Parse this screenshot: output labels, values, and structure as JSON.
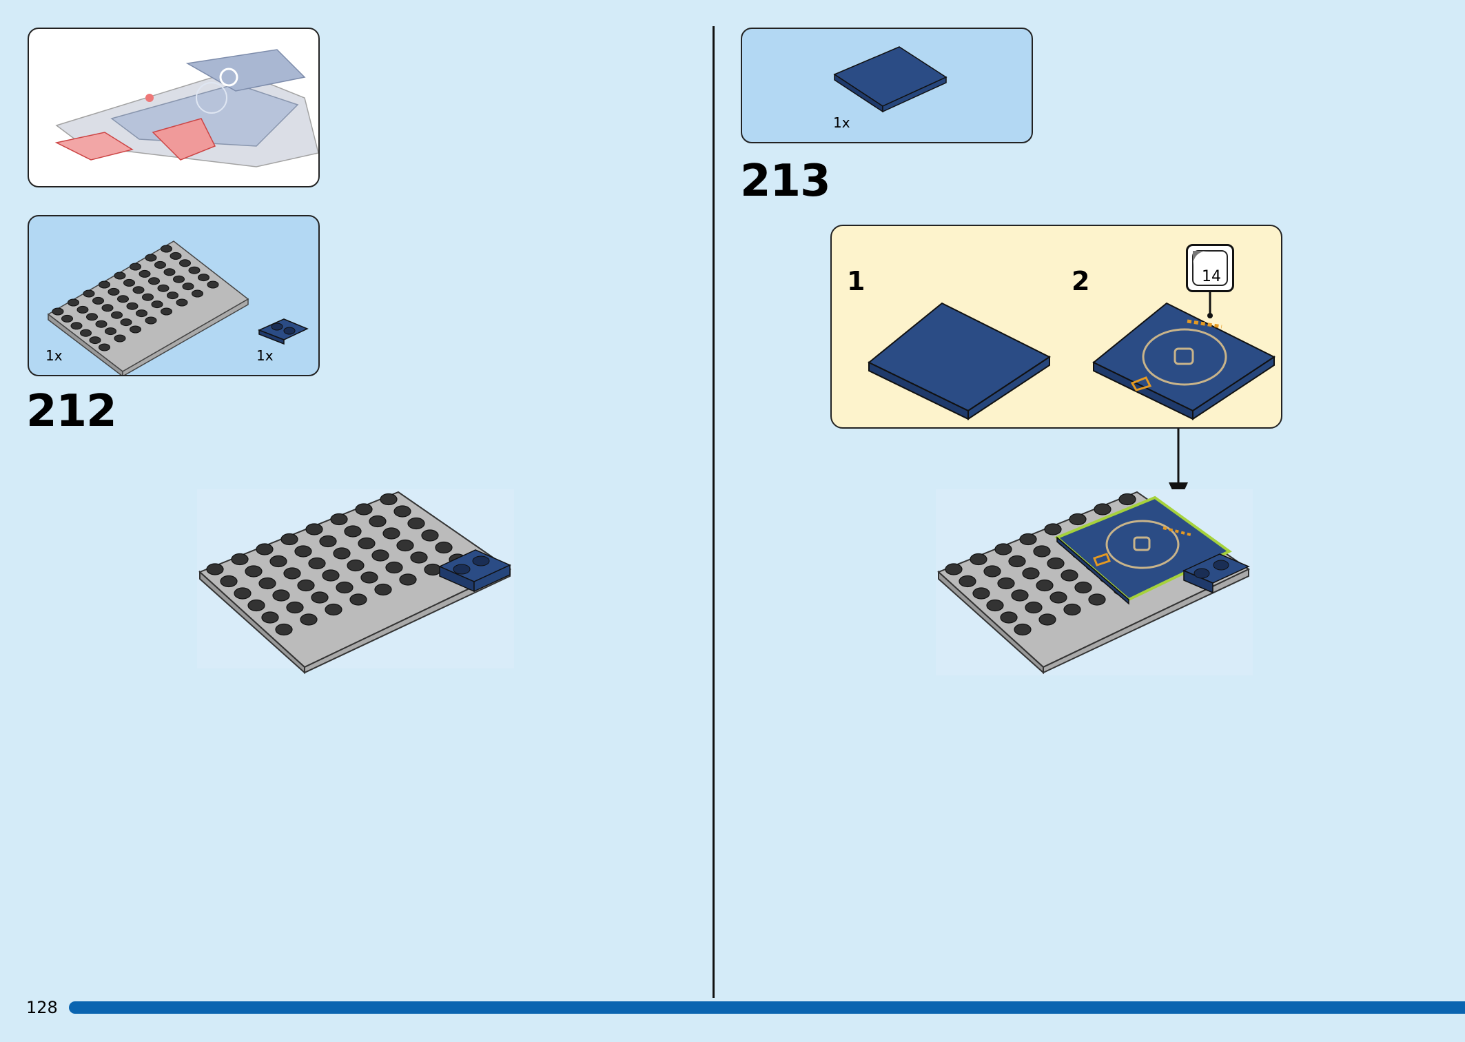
{
  "page": {
    "number": "128"
  },
  "colors": {
    "background": "#d4ebf8",
    "parts_panel": "#b3d8f3",
    "sub_panel": "#fdf3cc",
    "progress_bar": "#0a64b0",
    "dark_blue": "#1f3a6b",
    "grey": "#9a9a9a"
  },
  "left": {
    "step": {
      "number": "212"
    },
    "parts": [
      {
        "qty": "1x",
        "icon": "grey-6x8-plate-icon"
      },
      {
        "qty": "1x",
        "icon": "blue-1x2-plate-icon"
      }
    ]
  },
  "right": {
    "parts": [
      {
        "qty": "1x",
        "icon": "blue-4x4-tile-icon"
      }
    ],
    "step": {
      "number": "213"
    },
    "substeps": [
      {
        "number": "1"
      },
      {
        "number": "2"
      }
    ],
    "sticker": {
      "number": "14"
    }
  }
}
